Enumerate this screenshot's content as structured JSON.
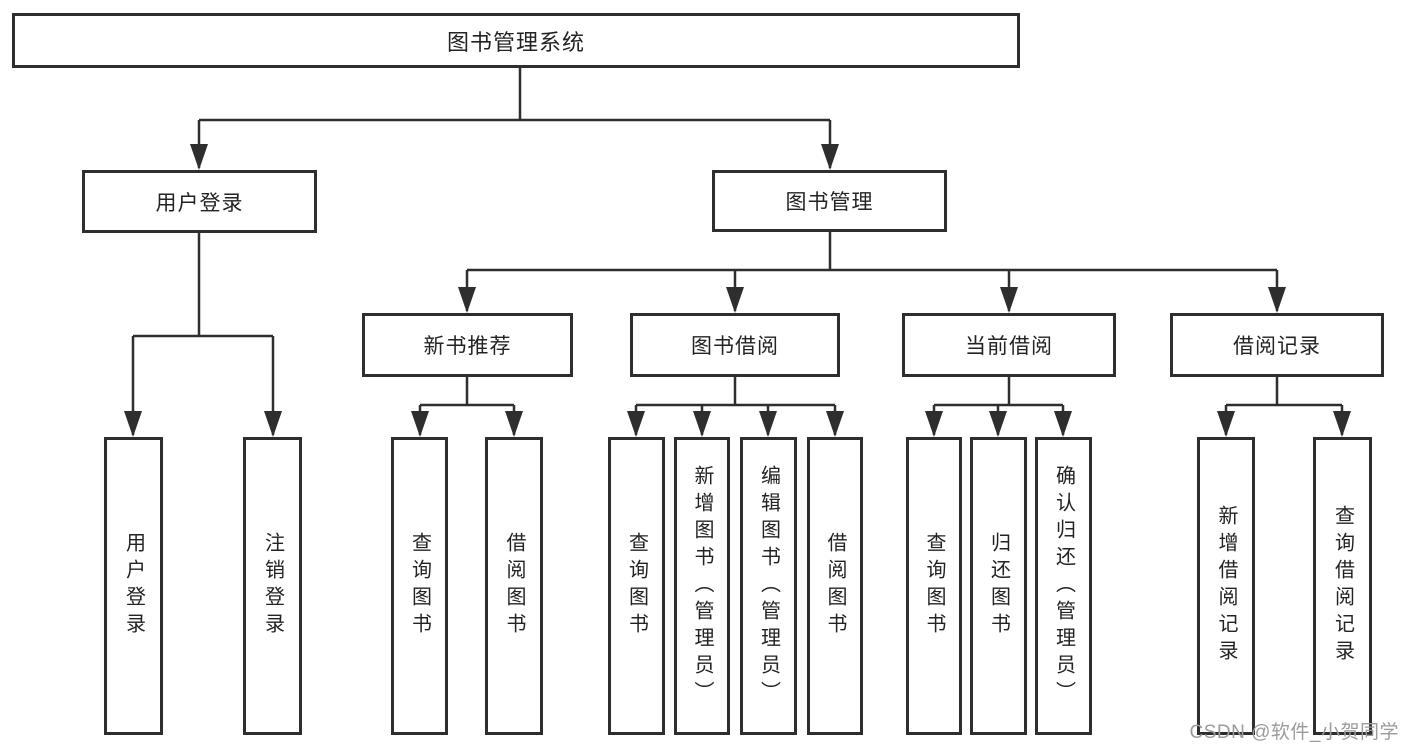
{
  "diagram": {
    "root": {
      "label": "图书管理系统"
    },
    "level2": [
      {
        "label": "用户登录"
      },
      {
        "label": "图书管理"
      }
    ],
    "level3": [
      {
        "label": "新书推荐"
      },
      {
        "label": "图书借阅"
      },
      {
        "label": "当前借阅"
      },
      {
        "label": "借阅记录"
      }
    ],
    "leaves": [
      {
        "label": "用户登录"
      },
      {
        "label": "注销登录"
      },
      {
        "label": "查询图书"
      },
      {
        "label": "借阅图书"
      },
      {
        "label": "查询图书"
      },
      {
        "label": "新增图书（管理员）"
      },
      {
        "label": "编辑图书（管理员）"
      },
      {
        "label": "借阅图书"
      },
      {
        "label": "查询图书"
      },
      {
        "label": "归还图书"
      },
      {
        "label": "确认归还（管理员）"
      },
      {
        "label": "新增借阅记录"
      },
      {
        "label": "查询借阅记录"
      }
    ]
  },
  "watermark": {
    "text": "CSDN @软件_小贺同学"
  },
  "colors": {
    "line": "#2e2e2e",
    "box_border": "#2e2e2e",
    "text": "#232323",
    "background": "#ffffff",
    "watermark": "#9b9b9b"
  }
}
